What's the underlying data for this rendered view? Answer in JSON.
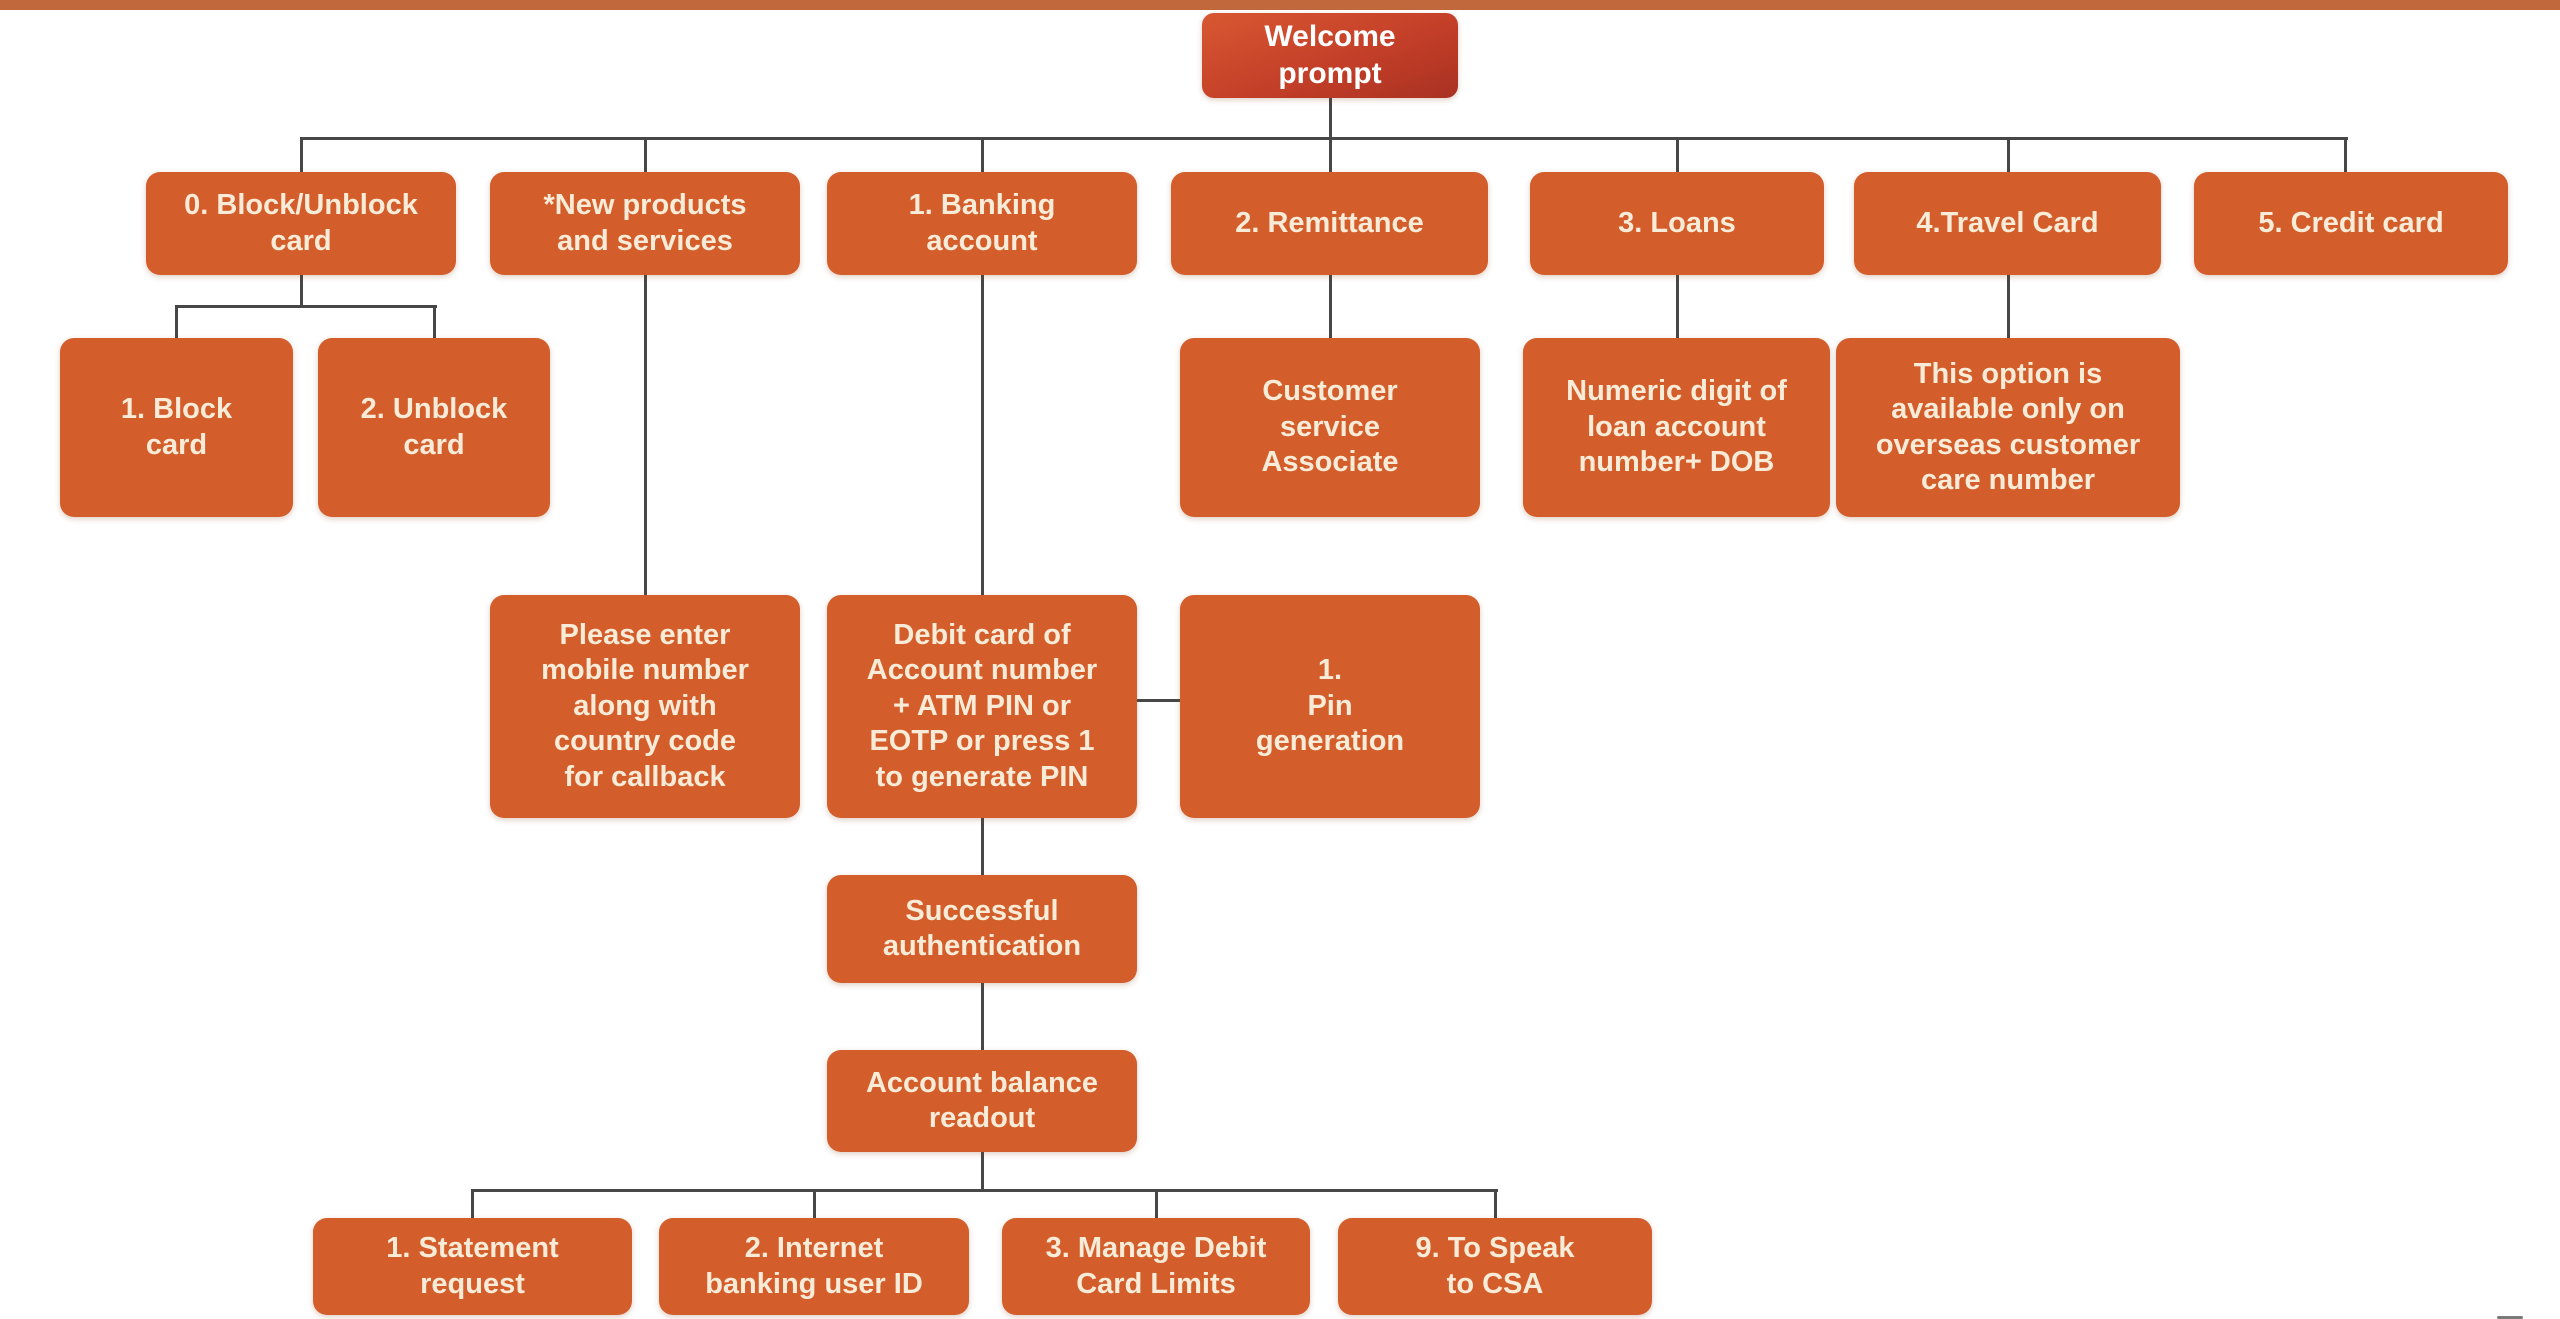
{
  "theme": {
    "background": "#ffffff",
    "top_bar_color": "#c1693d",
    "node_fill": "#d45e2b",
    "node_text_color": "#f8ecd9",
    "root_gradient_top": "#d85832",
    "root_gradient_mid": "#c43f28",
    "root_gradient_bottom": "#a93122",
    "connector_color": "#474747"
  },
  "flowchart": {
    "root": {
      "label": "Welcome\nprompt"
    },
    "level1": [
      {
        "label": "0. Block/Unblock\ncard"
      },
      {
        "label": "*New products\nand services"
      },
      {
        "label": "1. Banking\naccount"
      },
      {
        "label": "2. Remittance"
      },
      {
        "label": "3. Loans"
      },
      {
        "label": "4.Travel Card"
      },
      {
        "label": "5. Credit card"
      }
    ],
    "block_children": [
      {
        "label": "1. Block\ncard"
      },
      {
        "label": "2. Unblock\ncard"
      }
    ],
    "level2": [
      {
        "label": "Customer\nservice\nAssociate"
      },
      {
        "label": "Numeric digit of\nloan account\nnumber+ DOB"
      },
      {
        "label": "This option is\navailable only on\noverseas customer\ncare number"
      }
    ],
    "level3": [
      {
        "label": "Please enter\nmobile number\nalong with\ncountry code\nfor callback"
      },
      {
        "label": "Debit card of\nAccount number\n+ ATM PIN or\nEOTP or press 1\nto generate PIN"
      },
      {
        "label": "1.\nPin\ngeneration"
      }
    ],
    "auth": {
      "label": "Successful\nauthentication"
    },
    "balance": {
      "label": "Account balance\nreadout"
    },
    "level4": [
      {
        "label": "1. Statement\nrequest"
      },
      {
        "label": "2. Internet\nbanking user ID"
      },
      {
        "label": "3. Manage Debit\nCard Limits"
      },
      {
        "label": "9. To Speak\nto CSA"
      }
    ]
  }
}
